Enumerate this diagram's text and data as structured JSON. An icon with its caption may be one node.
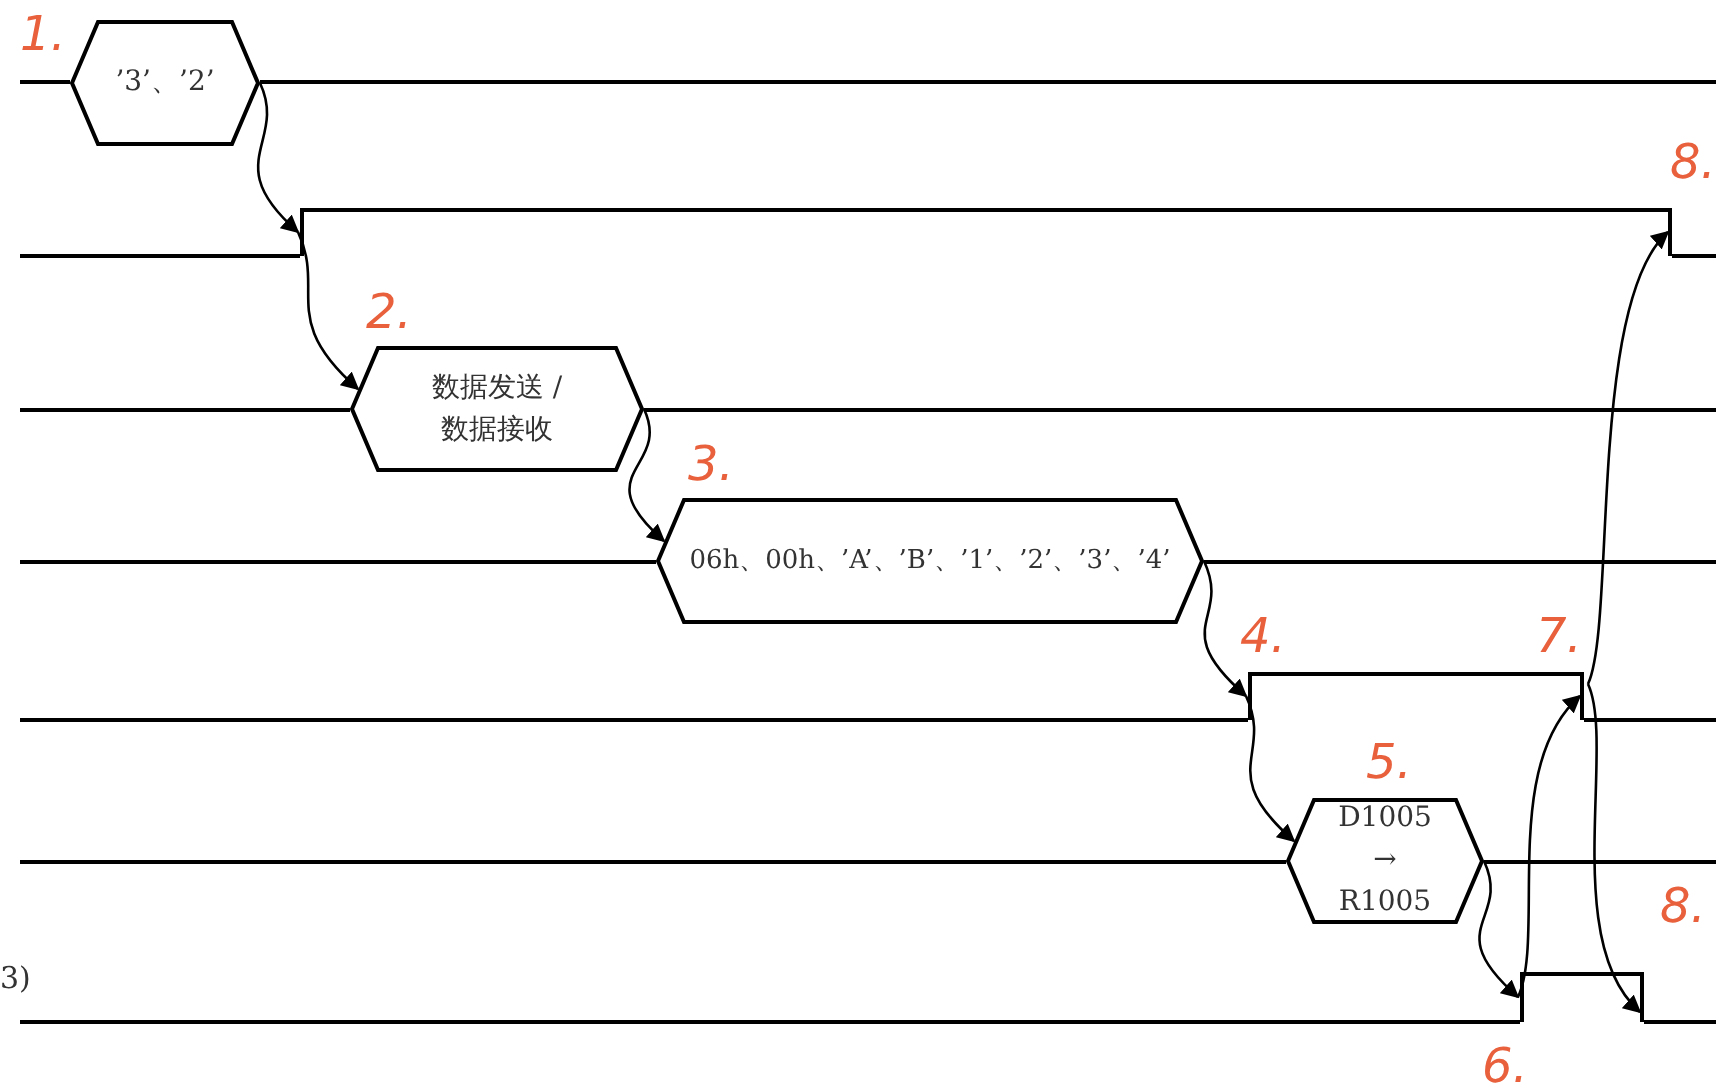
{
  "diagram": {
    "nodes": [
      {
        "text": [
          "’3’、’2’"
        ],
        "beside": [
          "1."
        ]
      },
      {
        "text": [],
        "shape": "pulse",
        "beside": [
          "8."
        ]
      },
      {
        "text": [
          "数据发送 / 数据接收"
        ],
        "beside": [
          "2."
        ]
      },
      {
        "text": [
          "06h、00h、’A’、’B’、’1’、’2’、’3’、’4’"
        ],
        "beside": [
          "3."
        ]
      },
      {
        "text": [],
        "shape": "pulse",
        "beside": [
          "4.",
          "7."
        ]
      },
      {
        "text": [
          "D1005 → R1005"
        ],
        "beside": [
          "5."
        ]
      },
      {
        "text": [],
        "shape": "pulse",
        "beside": [
          "6.",
          "8."
        ]
      }
    ],
    "edges": [
      {
        "from": 0,
        "to": 1,
        "arrow": "to"
      },
      {
        "from": 1,
        "to": 2,
        "arrow": "to"
      },
      {
        "from": 2,
        "to": 3,
        "arrow": "to"
      },
      {
        "from": 3,
        "to": 4,
        "arrow": "to"
      },
      {
        "from": 4,
        "to": 5,
        "arrow": "to"
      },
      {
        "from": 5,
        "to": 6,
        "arrow": "to"
      },
      {
        "from": 6,
        "to": 4,
        "arrow": "to"
      },
      {
        "from": 4,
        "to": 6,
        "arrow": "to"
      },
      {
        "from": 4,
        "to": 1,
        "arrow": "to"
      }
    ],
    "labels": [
      "3)"
    ]
  }
}
